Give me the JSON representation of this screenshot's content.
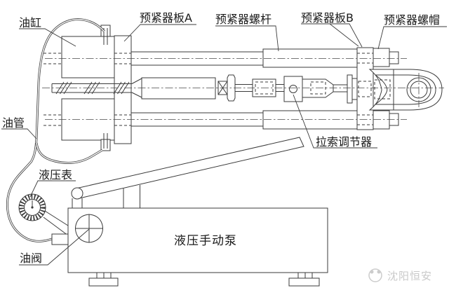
{
  "diagram": {
    "labels": {
      "oil_cylinder": "油缸",
      "pretensioner_plate_a": "预紧器板A",
      "pretensioner_screw_rod": "预紧器螺杆",
      "pretensioner_plate_b": "预紧器板B",
      "pretensioner_nut": "预紧器螺帽",
      "oil_pipe": "油管",
      "cable_adjuster": "拉索调节器",
      "hydraulic_pressure_gauge": "液压表",
      "oil_valve": "油阀",
      "hydraulic_hand_pump": "液压手动泵"
    },
    "watermark": {
      "text": "沈阳恒安"
    },
    "colors": {
      "line": "#3b3b3b",
      "background": "#ffffff",
      "watermark": "#c9c9c9",
      "label_text": "#1a1a1a"
    }
  }
}
